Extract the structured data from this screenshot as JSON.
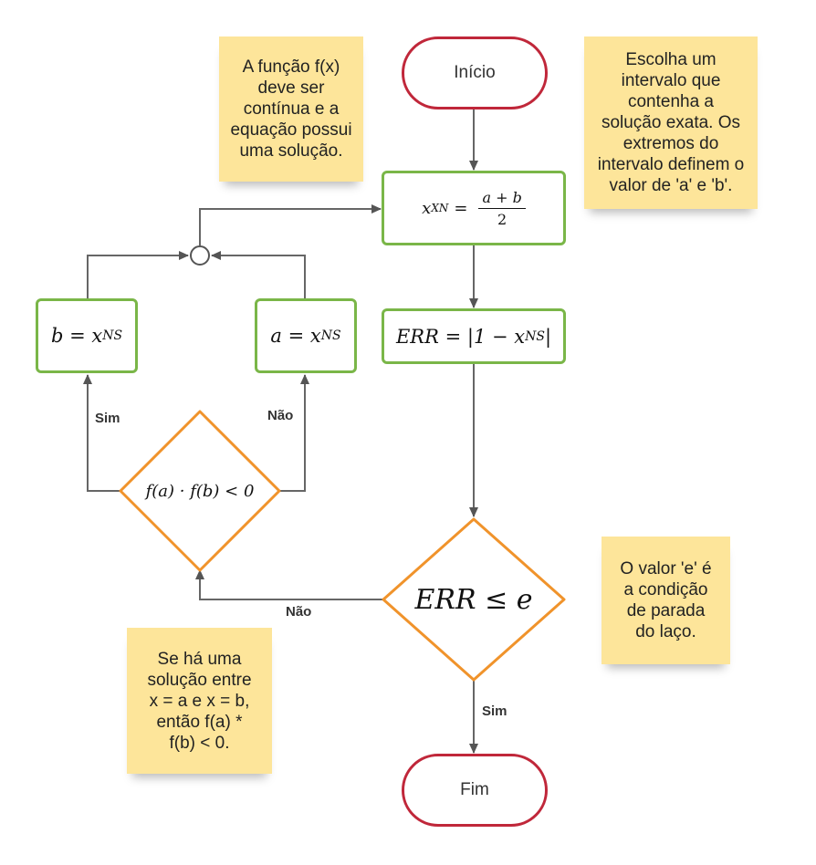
{
  "notes": {
    "top_left": [
      "A função f(x)",
      "deve ser",
      "contínua e a",
      "equação possui",
      "uma solução."
    ],
    "top_right": [
      "Escolha um",
      "intervalo que",
      "contenha a",
      "solução exata. Os",
      "extremos do",
      "intervalo definem o",
      "valor de 'a' e 'b'."
    ],
    "mid_right": [
      "O valor 'e' é",
      "a condição",
      "de parada",
      "do laço."
    ],
    "bottom_left": [
      "Se há uma",
      "solução entre",
      "x = a e x = b,",
      "então f(a) *",
      "f(b) < 0."
    ]
  },
  "nodes": {
    "start": "Início",
    "end": "Fim",
    "xxn_lhs": "x",
    "xxn_sub": "XN",
    "xxn_eq": "=",
    "xxn_num": "a + b",
    "xxn_den": "2",
    "err_formula": "ERR = |1 − x",
    "err_sub": "NS",
    "err_close": "|",
    "b_assign": "b = x",
    "b_sub": "NS",
    "a_assign": "a = x",
    "a_sub": "NS",
    "decision_sign": "f(a) · f(b) < 0",
    "decision_err": "ERR ≤ e"
  },
  "labels": {
    "sim_left": "Sim",
    "nao_right": "Não",
    "nao_bottom": "Não",
    "sim_bottom": "Sim"
  },
  "colors": {
    "terminal": "#c0273a",
    "process": "#7ab648",
    "decision": "#f0932b",
    "connector": "#555555",
    "note": "#fde59a"
  }
}
